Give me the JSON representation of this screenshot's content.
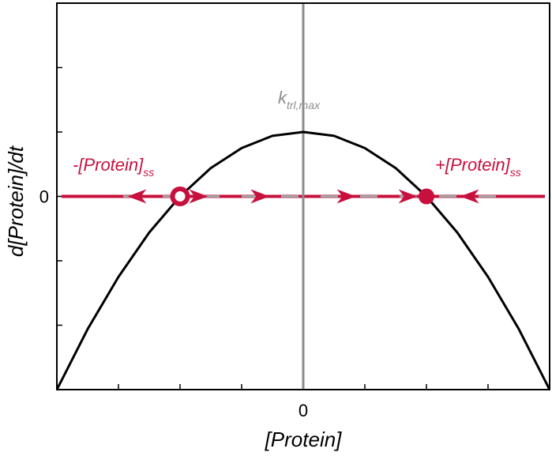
{
  "chart_data": {
    "type": "line",
    "title": "",
    "xlabel": "[Protein]",
    "ylabel": "d[Protein]/dt",
    "xlim": [
      -2,
      2
    ],
    "ylim": [
      -3,
      3
    ],
    "x_ticks": [
      -2,
      -1.5,
      -1,
      -0.5,
      0,
      0.5,
      1,
      1.5,
      2
    ],
    "y_ticks": [
      -3,
      -2,
      -1,
      0,
      1,
      2,
      3
    ],
    "x_tick_labels": [
      {
        "value": 0,
        "label": "0"
      }
    ],
    "y_tick_labels": [
      {
        "value": 0,
        "label": "0"
      }
    ],
    "grid": false,
    "series": [
      {
        "x": [
          -2,
          -1.75,
          -1.5,
          -1.25,
          -1,
          -0.75,
          -0.5,
          -0.25,
          0,
          0.25,
          0.5,
          0.75,
          1,
          1.25,
          1.5,
          1.75,
          2
        ],
        "y": [
          -3,
          -2.06,
          -1.25,
          -0.56,
          0,
          0.44,
          0.75,
          0.94,
          1,
          0.94,
          0.75,
          0.44,
          0,
          -0.56,
          -1.25,
          -2.06,
          -3
        ],
        "color": "#000000"
      }
    ],
    "vertical_line": {
      "x": 0,
      "y_range": [
        -3,
        3
      ],
      "color": "#8c8c8c"
    },
    "steady_states": [
      {
        "x": -1,
        "y": 0,
        "stability": "unstable",
        "marker": "open-circle"
      },
      {
        "x": 1,
        "y": 0,
        "stability": "stable",
        "marker": "filled-circle"
      }
    ],
    "flow_arrows": [
      {
        "x": -1.35,
        "direction": "left"
      },
      {
        "x": -0.85,
        "direction": "right"
      },
      {
        "x": -0.35,
        "direction": "right"
      },
      {
        "x": 0.35,
        "direction": "right"
      },
      {
        "x": 0.85,
        "direction": "right"
      },
      {
        "x": 1.35,
        "direction": "left"
      }
    ],
    "annotations": {
      "kmax": {
        "main": "k",
        "sub": "trl,max"
      },
      "neg_ss": {
        "main": "-[Protein]",
        "sub": "ss"
      },
      "pos_ss": {
        "main": "+[Protein]",
        "sub": "ss"
      }
    },
    "colors": {
      "curve": "#000000",
      "vline": "#8c8c8c",
      "accent": "#c8103e",
      "dash": "#a0a0a0",
      "axis": "#000000"
    }
  }
}
